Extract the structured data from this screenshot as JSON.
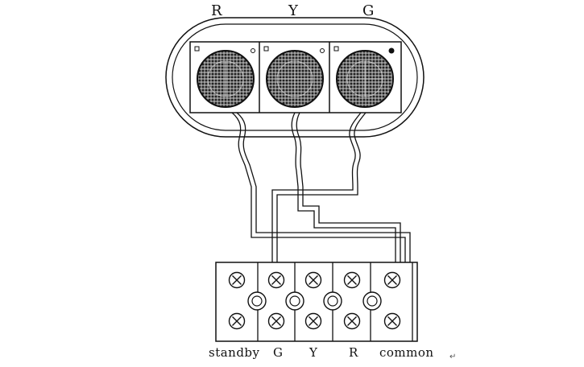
{
  "signal_labels": [
    {
      "id": "red",
      "text": "R"
    },
    {
      "id": "yellow",
      "text": "Y"
    },
    {
      "id": "green",
      "text": "G"
    }
  ],
  "terminal_labels": [
    {
      "id": "standby",
      "text": "standby"
    },
    {
      "id": "green",
      "text": "G"
    },
    {
      "id": "yellow",
      "text": "Y"
    },
    {
      "id": "red",
      "text": "R"
    },
    {
      "id": "common",
      "text": "common"
    }
  ],
  "paragraph_mark": "↵",
  "colors": {
    "line": "#111111",
    "background": "#ffffff"
  }
}
